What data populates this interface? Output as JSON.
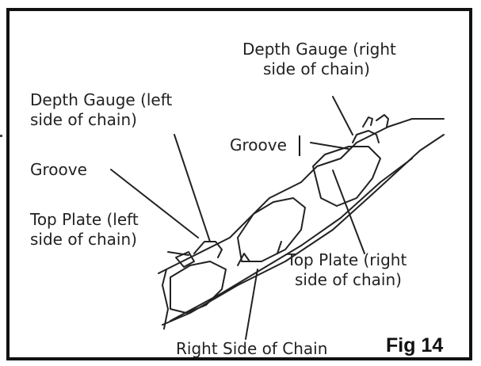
{
  "labels": {
    "depth_gauge_right": [
      "Depth Gauge (right",
      "side of chain)"
    ],
    "depth_gauge_left": [
      "Depth Gauge (left",
      "side of chain)"
    ],
    "groove_right": "Groove",
    "groove_left": "Groove",
    "top_plate_left": [
      "Top Plate (left",
      "side of chain)"
    ],
    "top_plate_right": [
      "Top Plate (right",
      "side of chain)"
    ],
    "right_side_of_chain": "Right Side of Chain"
  },
  "figure_number": "Fig 14"
}
